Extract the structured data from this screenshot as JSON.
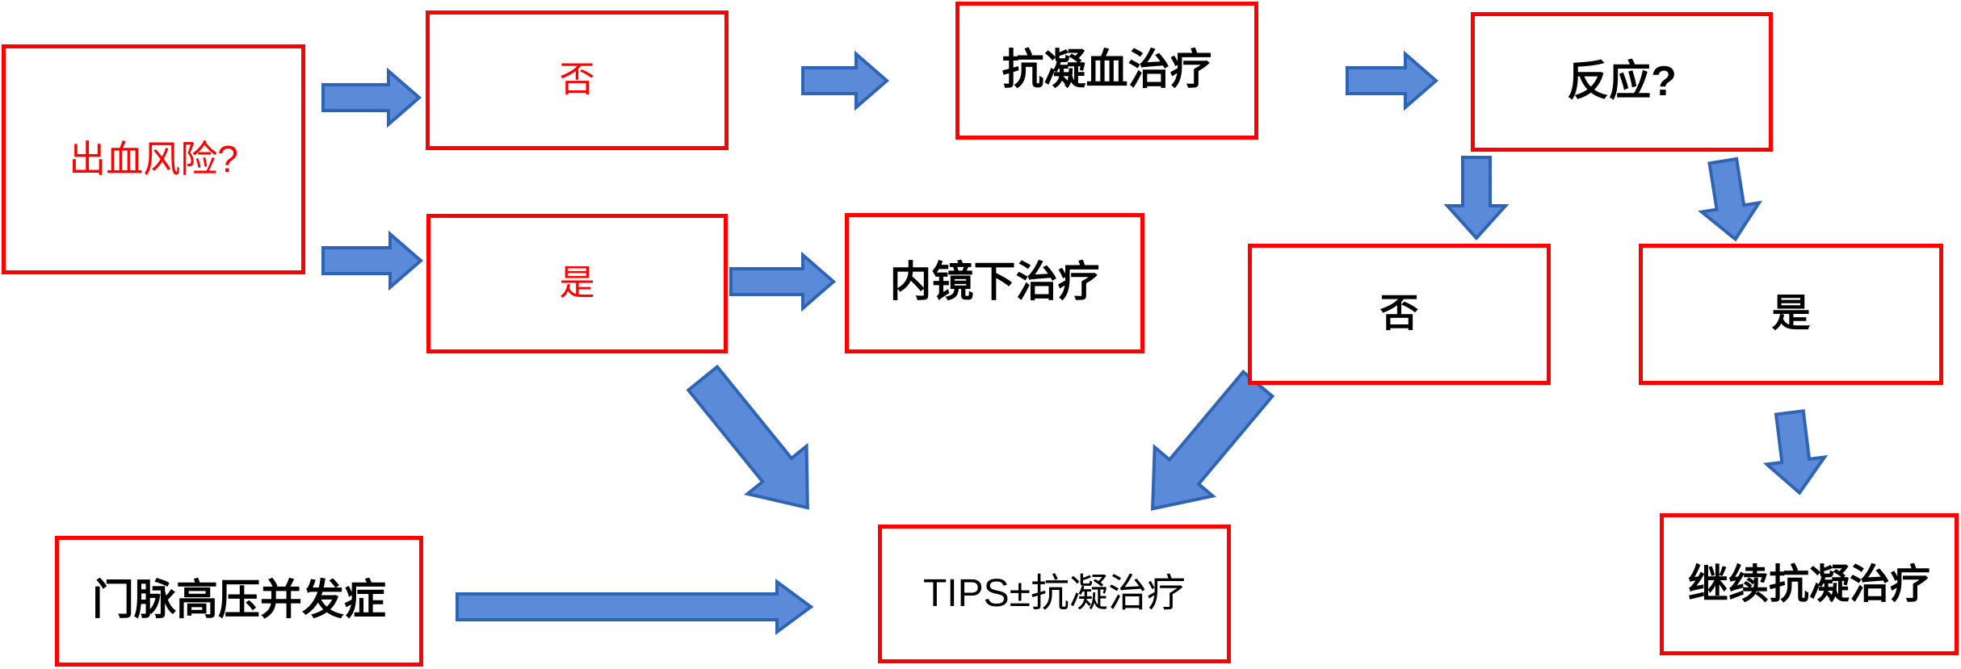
{
  "flowchart": {
    "background_color": "#ffffff",
    "colors": {
      "box_border": "#ff0000",
      "red_text": "#ff0000",
      "black_text": "#000000",
      "arrow_fill": "#5b8bd8",
      "arrow_outline": "#2e63b5"
    },
    "nodes": [
      {
        "id": "bleeding-risk",
        "label": "出血风险?",
        "text_style": "red"
      },
      {
        "id": "no-top",
        "label": "否",
        "text_style": "red"
      },
      {
        "id": "anticoagulation",
        "label": "抗凝血治疗",
        "text_style": "black-bold"
      },
      {
        "id": "response",
        "label": "反应?",
        "text_style": "black-bold"
      },
      {
        "id": "yes-mid",
        "label": "是",
        "text_style": "red"
      },
      {
        "id": "endoscopic",
        "label": "内镜下治疗",
        "text_style": "black-bold"
      },
      {
        "id": "response-no",
        "label": "否",
        "text_style": "black-bold"
      },
      {
        "id": "response-yes",
        "label": "是",
        "text_style": "black-bold"
      },
      {
        "id": "portal-htn",
        "label": "门脉高压并发症",
        "text_style": "black-bold"
      },
      {
        "id": "tips",
        "label": "TIPS±抗凝治疗",
        "text_style": "black-plain"
      },
      {
        "id": "continue",
        "label": "继续抗凝治疗",
        "text_style": "black-bold"
      }
    ],
    "edges": [
      {
        "from": "bleeding-risk",
        "to": "no-top"
      },
      {
        "from": "bleeding-risk",
        "to": "yes-mid"
      },
      {
        "from": "no-top",
        "to": "anticoagulation"
      },
      {
        "from": "anticoagulation",
        "to": "response"
      },
      {
        "from": "response",
        "to": "response-no"
      },
      {
        "from": "response",
        "to": "response-yes"
      },
      {
        "from": "yes-mid",
        "to": "endoscopic"
      },
      {
        "from": "yes-mid",
        "to": "tips"
      },
      {
        "from": "response-no",
        "to": "tips"
      },
      {
        "from": "response-yes",
        "to": "continue"
      },
      {
        "from": "portal-htn",
        "to": "tips"
      }
    ]
  }
}
